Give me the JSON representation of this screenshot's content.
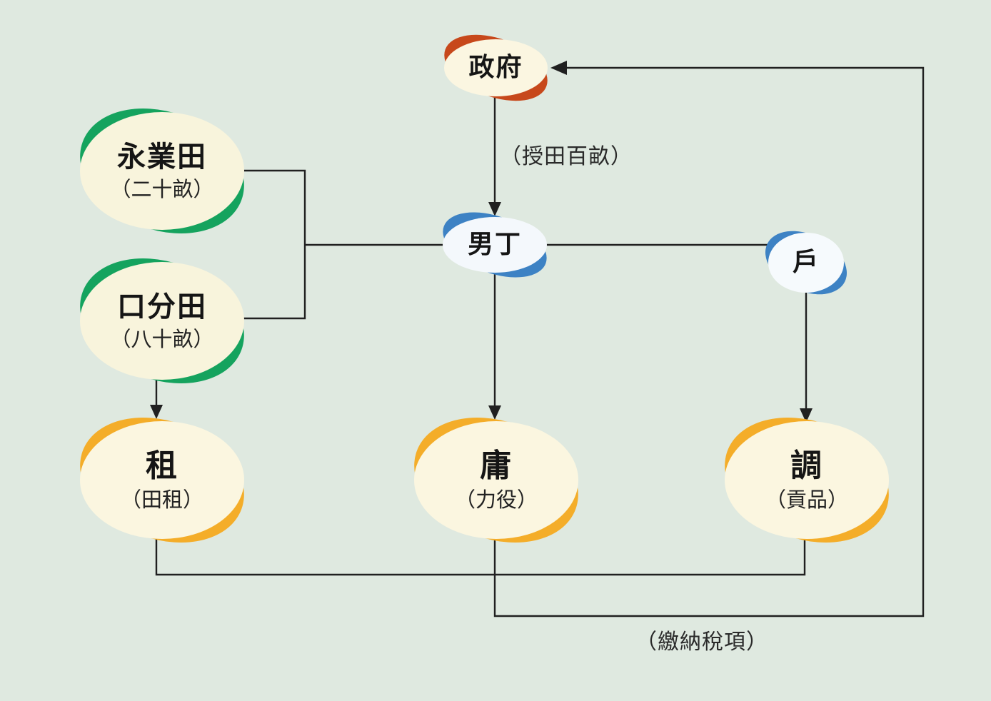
{
  "diagram_subject": "租庸調",
  "background_color": "#dfe9e0",
  "line_color": "#202020",
  "nodes": {
    "government": {
      "title": "政府",
      "accent": "#c7481b",
      "fill": "#fbf6e1"
    },
    "yongye_field": {
      "title": "永業田",
      "subtitle": "（二十畝）",
      "accent": "#15a35e",
      "fill": "#f8f4dc"
    },
    "koufen_field": {
      "title": "口分田",
      "subtitle": "（八十畝）",
      "accent": "#15a35e",
      "fill": "#f8f4dc"
    },
    "male_adult": {
      "title": "男丁",
      "accent": "#3d82c4",
      "fill": "#f4f8fc"
    },
    "household": {
      "title": "戶",
      "accent": "#3d82c4",
      "fill": "#f6fafd"
    },
    "zu_rent": {
      "title": "租",
      "subtitle": "（田租）",
      "accent": "#f4ad29",
      "fill": "#fbf6e0"
    },
    "yong_labour": {
      "title": "庸",
      "subtitle": "（力役）",
      "accent": "#f4ad29",
      "fill": "#fbf6e0"
    },
    "diao_tribute": {
      "title": "調",
      "subtitle": "（貢品）",
      "accent": "#f4ad29",
      "fill": "#fbf6e0"
    }
  },
  "edge_labels": {
    "grant_land": "（授田百畝）",
    "pay_taxes": "（繳納稅項）"
  },
  "edges": [
    {
      "from": "government",
      "to": "male_adult",
      "label": "（授田百畝）"
    },
    {
      "from": "yongye_field",
      "to": "male_adult"
    },
    {
      "from": "koufen_field",
      "to": "male_adult"
    },
    {
      "from": "male_adult",
      "to": "household"
    },
    {
      "from": "koufen_field",
      "to": "zu_rent"
    },
    {
      "from": "male_adult",
      "to": "yong_labour"
    },
    {
      "from": "household",
      "to": "diao_tribute"
    },
    {
      "from": "zu_rent",
      "to": "government",
      "label": "（繳納稅項）"
    },
    {
      "from": "yong_labour",
      "to": "government",
      "label": "（繳納稅項）"
    },
    {
      "from": "diao_tribute",
      "to": "government",
      "label": "（繳納稅項）"
    }
  ]
}
